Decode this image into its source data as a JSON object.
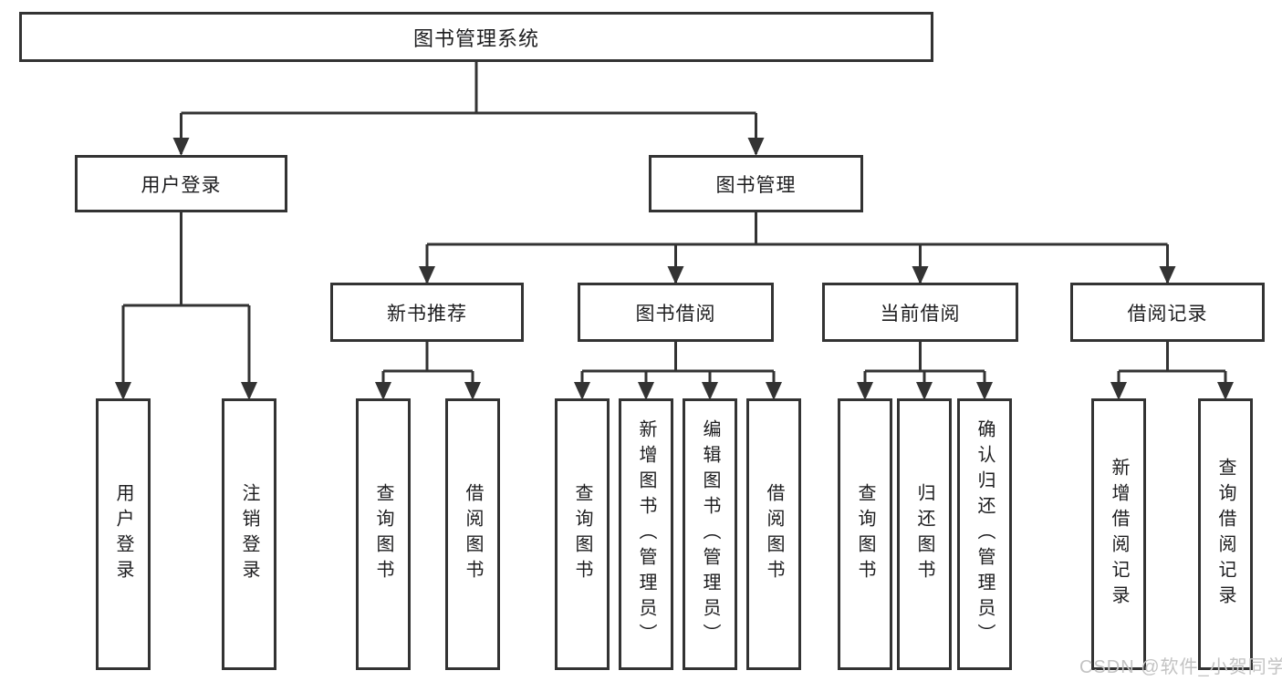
{
  "diagram": {
    "root": {
      "label": "图书管理系统"
    },
    "level2": [
      {
        "label": "用户登录"
      },
      {
        "label": "图书管理"
      }
    ],
    "level3": [
      {
        "label": "新书推荐"
      },
      {
        "label": "图书借阅"
      },
      {
        "label": "当前借阅"
      },
      {
        "label": "借阅记录"
      }
    ],
    "leaves": [
      {
        "label": "用户登录"
      },
      {
        "label": "注销登录"
      },
      {
        "label": "查询图书"
      },
      {
        "label": "借阅图书"
      },
      {
        "label": "查询图书"
      },
      {
        "label": "新增图书（管理员）"
      },
      {
        "label": "编辑图书（管理员）"
      },
      {
        "label": "借阅图书"
      },
      {
        "label": "查询图书"
      },
      {
        "label": "归还图书"
      },
      {
        "label": "确认归还（管理员）"
      },
      {
        "label": "新增借阅记录"
      },
      {
        "label": "查询借阅记录"
      }
    ],
    "line_color": "#333333",
    "text_color": "#1d1d1f",
    "background_color": "#ffffff"
  },
  "watermark": {
    "text": "CSDN @软件_小贺同学",
    "color": "#c3c3c3"
  }
}
